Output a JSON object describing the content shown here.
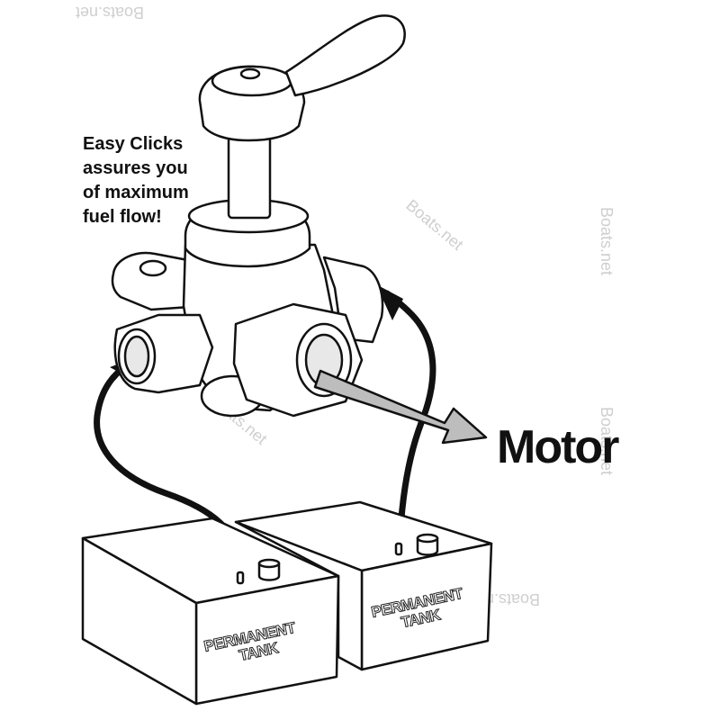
{
  "callout": {
    "lines": [
      "Easy Clicks",
      "assures you",
      "of maximum",
      "fuel flow!"
    ]
  },
  "outlet_label": "Motor",
  "tanks": [
    {
      "line1": "PERMANENT",
      "line2": "TANK"
    },
    {
      "line1": "PERMANENT",
      "line2": "TANK"
    }
  ],
  "watermark": "Boats.net",
  "colors": {
    "line": "#111111",
    "arrow_fill": "#bdbdbd",
    "watermark": "#cfcfcf"
  }
}
